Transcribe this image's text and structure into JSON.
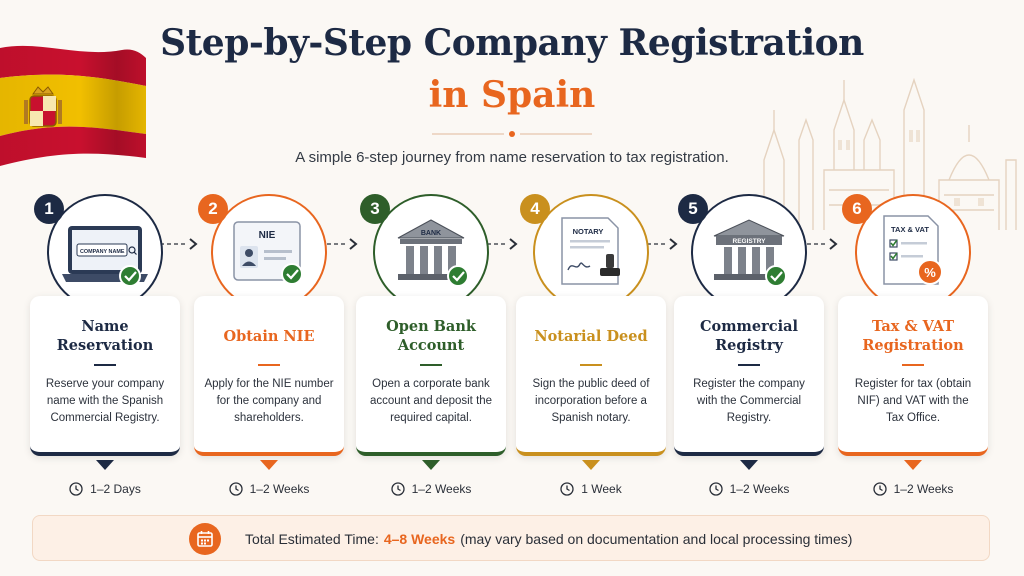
{
  "title_line1": "Step-by-Step Company Registration",
  "title_line2": "in Spain",
  "subtitle": "A simple 6-step journey from name reservation to tax registration.",
  "colors": {
    "navy": "#1d2a44",
    "orange": "#e8661f",
    "green": "#2e5e2a",
    "gold": "#c9901e",
    "background": "#fbf8f4"
  },
  "steps": [
    {
      "number": "1",
      "title": "Name Reservation",
      "description": "Reserve your company name with the Spanish Commercial Registry.",
      "duration": "1–2 Days",
      "color": "#1d2a44",
      "icon": "laptop-search-icon",
      "icon_label": "COMPANY NAME"
    },
    {
      "number": "2",
      "title": "Obtain NIE",
      "description": "Apply for the NIE number for the company and shareholders.",
      "duration": "1–2 Weeks",
      "color": "#e8661f",
      "icon": "id-card-icon",
      "icon_label": "NIE"
    },
    {
      "number": "3",
      "title": "Open Bank Account",
      "description": "Open a corporate bank account and deposit the required capital.",
      "duration": "1–2 Weeks",
      "color": "#2e5e2a",
      "icon": "bank-building-icon",
      "icon_label": "BANK"
    },
    {
      "number": "4",
      "title": "Notarial Deed",
      "description": "Sign the public deed of incorporation before a Spanish notary.",
      "duration": "1 Week",
      "color": "#c9901e",
      "icon": "notary-document-icon",
      "icon_label": "NOTARY"
    },
    {
      "number": "5",
      "title": "Commercial Registry",
      "description": "Register the company with the Commercial Registry.",
      "duration": "1–2 Weeks",
      "color": "#1d2a44",
      "icon": "registry-building-icon",
      "icon_label": "REGISTRY"
    },
    {
      "number": "6",
      "title": "Tax & VAT Registration",
      "description": "Register for tax (obtain NIF) and VAT with the Tax Office.",
      "duration": "1–2 Weeks",
      "color": "#e8661f",
      "icon": "tax-checklist-icon",
      "icon_label": "TAX & VAT"
    }
  ],
  "footer": {
    "label": "Total Estimated Time:",
    "value": "4–8 Weeks",
    "note": "(may vary based on documentation and local processing times)",
    "icon": "calendar-icon"
  }
}
